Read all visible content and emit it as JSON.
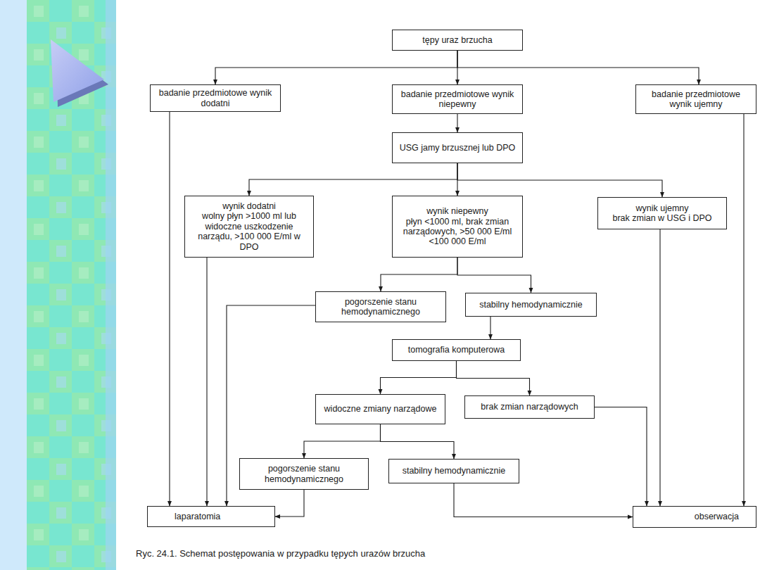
{
  "diagram": {
    "caption": "Ryc. 24.1. Schemat postępowania w przypadku tępych urazów brzucha",
    "nodes": [
      {
        "text": [
          "tępy uraz brzucha"
        ]
      },
      {
        "text": [
          "badanie przedmiotowe wynik dodatni"
        ]
      },
      {
        "text": [
          "badanie przedmiotowe wynik niepewny"
        ]
      },
      {
        "text": [
          "badanie przedmiotowe wynik ujemny"
        ]
      },
      {
        "text": [
          "USG jamy brzusznej lub DPO"
        ]
      },
      {
        "text": [
          "wynik dodatni",
          "wolny płyn >1000 ml lub widoczne uszkodzenie narządu, >100 000 E/ml w DPO"
        ]
      },
      {
        "text": [
          "wynik niepewny",
          "płyn <1000 ml, brak zmian narządowych, >50 000 E/ml <100 000 E/ml"
        ]
      },
      {
        "text": [
          "wynik ujemny",
          "brak zmian w USG i DPO"
        ]
      },
      {
        "text": [
          "pogorszenie stanu hemodynamicznego"
        ]
      },
      {
        "text": [
          "stabilny hemodynamicznie"
        ]
      },
      {
        "text": [
          "tomografia komputerowa"
        ]
      },
      {
        "text": [
          "widoczne zmiany narządowe"
        ]
      },
      {
        "text": [
          "brak zmian narządowych"
        ]
      },
      {
        "text": [
          "pogorszenie stanu hemodynamicznego"
        ]
      },
      {
        "text": [
          "stabilny hemodynamicznie"
        ]
      },
      {
        "text": [
          "laparatomia"
        ]
      },
      {
        "text": [
          "obserwacja"
        ]
      }
    ],
    "edges": [
      {
        "from": 0,
        "to": 1,
        "arrow": "to"
      },
      {
        "from": 0,
        "to": 2,
        "arrow": "to"
      },
      {
        "from": 0,
        "to": 3,
        "arrow": "to"
      },
      {
        "from": 1,
        "to": 15,
        "arrow": "to"
      },
      {
        "from": 2,
        "to": 4,
        "arrow": "to"
      },
      {
        "from": 3,
        "to": 16,
        "arrow": "to"
      },
      {
        "from": 4,
        "to": 5,
        "arrow": "to"
      },
      {
        "from": 4,
        "to": 6,
        "arrow": "to"
      },
      {
        "from": 4,
        "to": 7,
        "arrow": "to"
      },
      {
        "from": 5,
        "to": 15,
        "arrow": "to"
      },
      {
        "from": 6,
        "to": 8,
        "arrow": "to"
      },
      {
        "from": 6,
        "to": 9,
        "arrow": "to"
      },
      {
        "from": 7,
        "to": 16,
        "arrow": "to"
      },
      {
        "from": 8,
        "to": 15,
        "arrow": "to"
      },
      {
        "from": 9,
        "to": 10,
        "arrow": "to"
      },
      {
        "from": 10,
        "to": 11,
        "arrow": "to"
      },
      {
        "from": 10,
        "to": 12,
        "arrow": "to"
      },
      {
        "from": 11,
        "to": 13,
        "arrow": "to"
      },
      {
        "from": 11,
        "to": 14,
        "arrow": "to"
      },
      {
        "from": 12,
        "to": 16,
        "arrow": "to"
      },
      {
        "from": 13,
        "to": 15,
        "arrow": "to"
      },
      {
        "from": 14,
        "to": 16,
        "arrow": "to"
      }
    ]
  }
}
